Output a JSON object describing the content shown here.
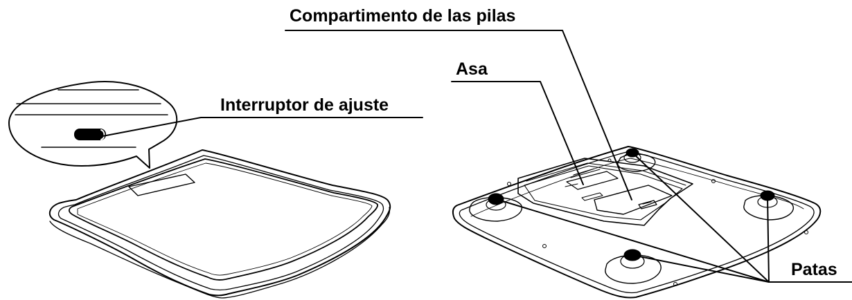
{
  "labels": {
    "battery_compartment": "Compartimento de las pilas",
    "handle": "Asa",
    "adjustment_switch": "Interruptor de ajuste",
    "feet": "Patas"
  }
}
